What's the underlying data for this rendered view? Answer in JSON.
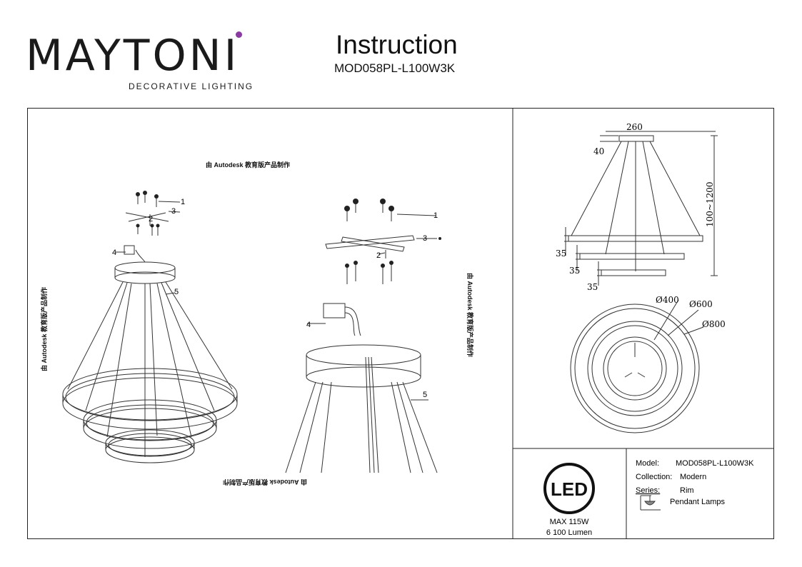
{
  "brand": {
    "name": "MAYTONI",
    "tagline": "DECORATIVE LIGHTING",
    "accent": "#8a3aa0"
  },
  "header": {
    "title": "Instruction",
    "model": "MOD058PL-L100W3K"
  },
  "watermark": "由 Autodesk 教育版产品制作",
  "assembly": {
    "callouts": [
      "1",
      "2",
      "3",
      "4",
      "5"
    ]
  },
  "dimensions": {
    "canopy": "260",
    "canopy_height": "40",
    "suspension": "100~1200",
    "ring_height_1": "35",
    "ring_height_2": "35",
    "ring_height_3": "35",
    "diameter_small": "Ø400",
    "diameter_mid": "Ø600",
    "diameter_large": "Ø800"
  },
  "led": {
    "badge": "LED",
    "power": "MAX 115W",
    "lumen": "6 100 Lumen"
  },
  "spec": {
    "model_label": "Model:",
    "model_value": "MOD058PL-L100W3K",
    "collection_label": "Collection:",
    "collection_value": "Modern",
    "series_label": "Series:",
    "series_value": "Rim",
    "type_value": "Pendant Lamps",
    "type_icon": "pendant-lamp-icon"
  }
}
